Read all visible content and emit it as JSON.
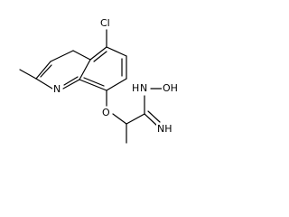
{
  "atoms": {
    "chlorine": "Cl",
    "quinoline_nitrogen": "N",
    "ether_oxygen": "O",
    "hydroxylamine_group": "N",
    "hydroxyl_group": "OH",
    "hydroxylamine_h": "H",
    "amidine_imine": "NH"
  },
  "colors": {
    "bond": "#000000",
    "label": "#000000",
    "background": "#ffffff"
  }
}
